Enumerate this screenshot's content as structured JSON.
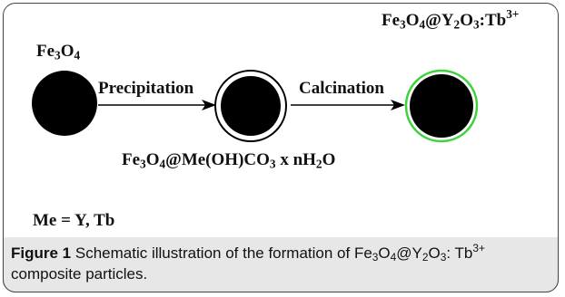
{
  "labels": {
    "start_particle": "Fe3O4",
    "step1": "Precipitation",
    "step2": "Calcination",
    "final_particle": "Fe3O4@Y2O3:Tb3+",
    "intermediate": "Fe3O4@Me(OH)CO3 x nH2O",
    "me_note": "Me = Y, Tb"
  },
  "caption": {
    "figure_label": "Figure 1",
    "text": "Schematic illustration of the formation of Fe3O4@Y2O3:Tb3+ composite particles."
  },
  "colors": {
    "core": "#000000",
    "shell_green": "#3cd23c",
    "caption_band": "#e7e7e7"
  }
}
